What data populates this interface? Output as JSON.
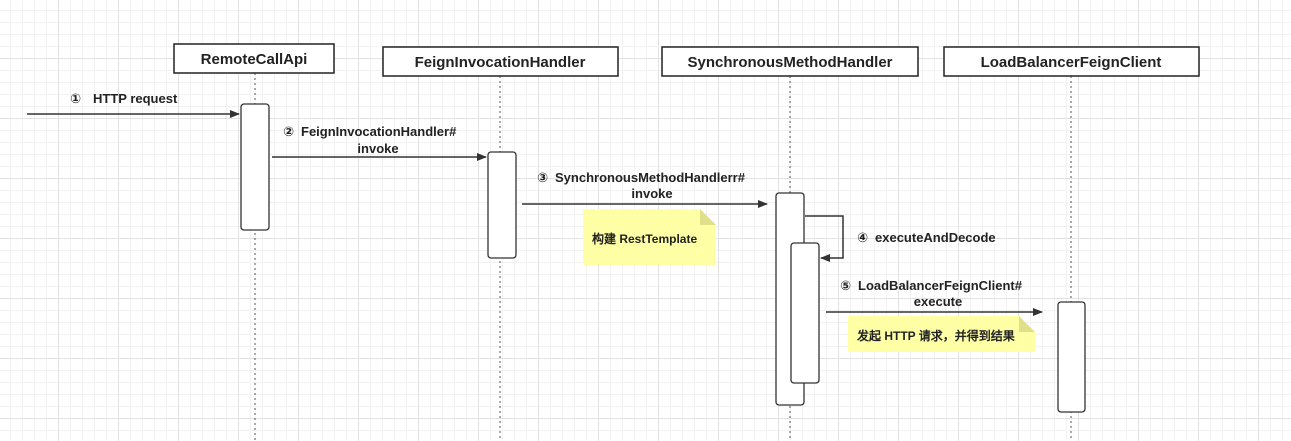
{
  "participants": [
    {
      "name": "RemoteCallApi"
    },
    {
      "name": "FeignInvocationHandler"
    },
    {
      "name": "SynchronousMethodHandler"
    },
    {
      "name": "LoadBalancerFeignClient"
    }
  ],
  "messages": [
    {
      "num": "①",
      "line1": "HTTP request",
      "line2": ""
    },
    {
      "num": "②",
      "line1": "FeignInvocationHandler#",
      "line2": "invoke"
    },
    {
      "num": "③",
      "line1": "SynchronousMethodHandlerr#",
      "line2": "invoke"
    },
    {
      "num": "④",
      "line1": "executeAndDecode",
      "line2": ""
    },
    {
      "num": "⑤",
      "line1": "LoadBalancerFeignClient#",
      "line2": "execute"
    }
  ],
  "notes": [
    {
      "text": "构建 RestTemplate"
    },
    {
      "text": "发起 HTTP 请求，并得到结果"
    }
  ],
  "colors": {
    "note_fill": "#ffffa6",
    "note_fold": "#e0e08a",
    "stroke": "#333333"
  }
}
